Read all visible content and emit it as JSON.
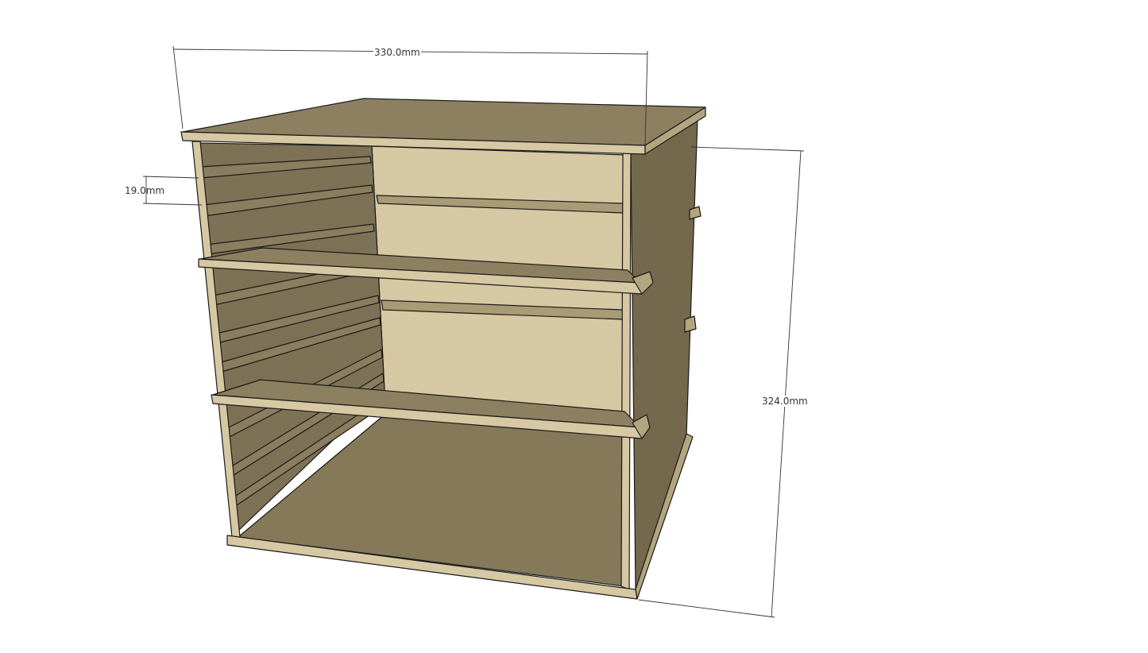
{
  "dimensions": {
    "width": "330.0mm",
    "rail_spacing": "19.0mm",
    "height": "324.0mm"
  },
  "colors": {
    "light_face": "#d6c8a2",
    "mid_face": "#8c8060",
    "dark_face": "#74694d",
    "edge": "#1a1a1a"
  }
}
